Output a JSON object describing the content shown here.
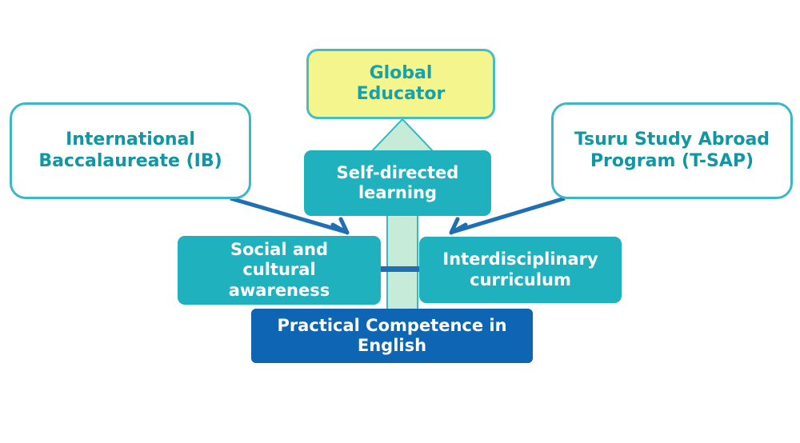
{
  "diagram": {
    "goal": {
      "lines": [
        "Global",
        "Educator"
      ]
    },
    "international_baccalaureate": {
      "lines": [
        "International",
        "Baccalaureate (IB)"
      ]
    },
    "study_abroad": {
      "lines": [
        "Tsuru Study Abroad",
        "Program (T-SAP)"
      ]
    },
    "self_directed": {
      "lines": [
        "Self-directed",
        "learning"
      ]
    },
    "social_cultural": {
      "lines": [
        "Social and",
        "cultural",
        "awareness"
      ]
    },
    "interdisciplinary": {
      "lines": [
        "Interdisciplinary",
        "curriculum"
      ]
    },
    "english": {
      "lines": [
        "Practical Competence in",
        "English"
      ]
    }
  },
  "colors": {
    "teal_box": "#1fb1bd",
    "outline": "#3cb8c4",
    "goal_fill": "#f5f58e",
    "base_fill": "#0d65b3",
    "up_arrow": "#c6ecd9",
    "connector": "#1f6fb2"
  }
}
